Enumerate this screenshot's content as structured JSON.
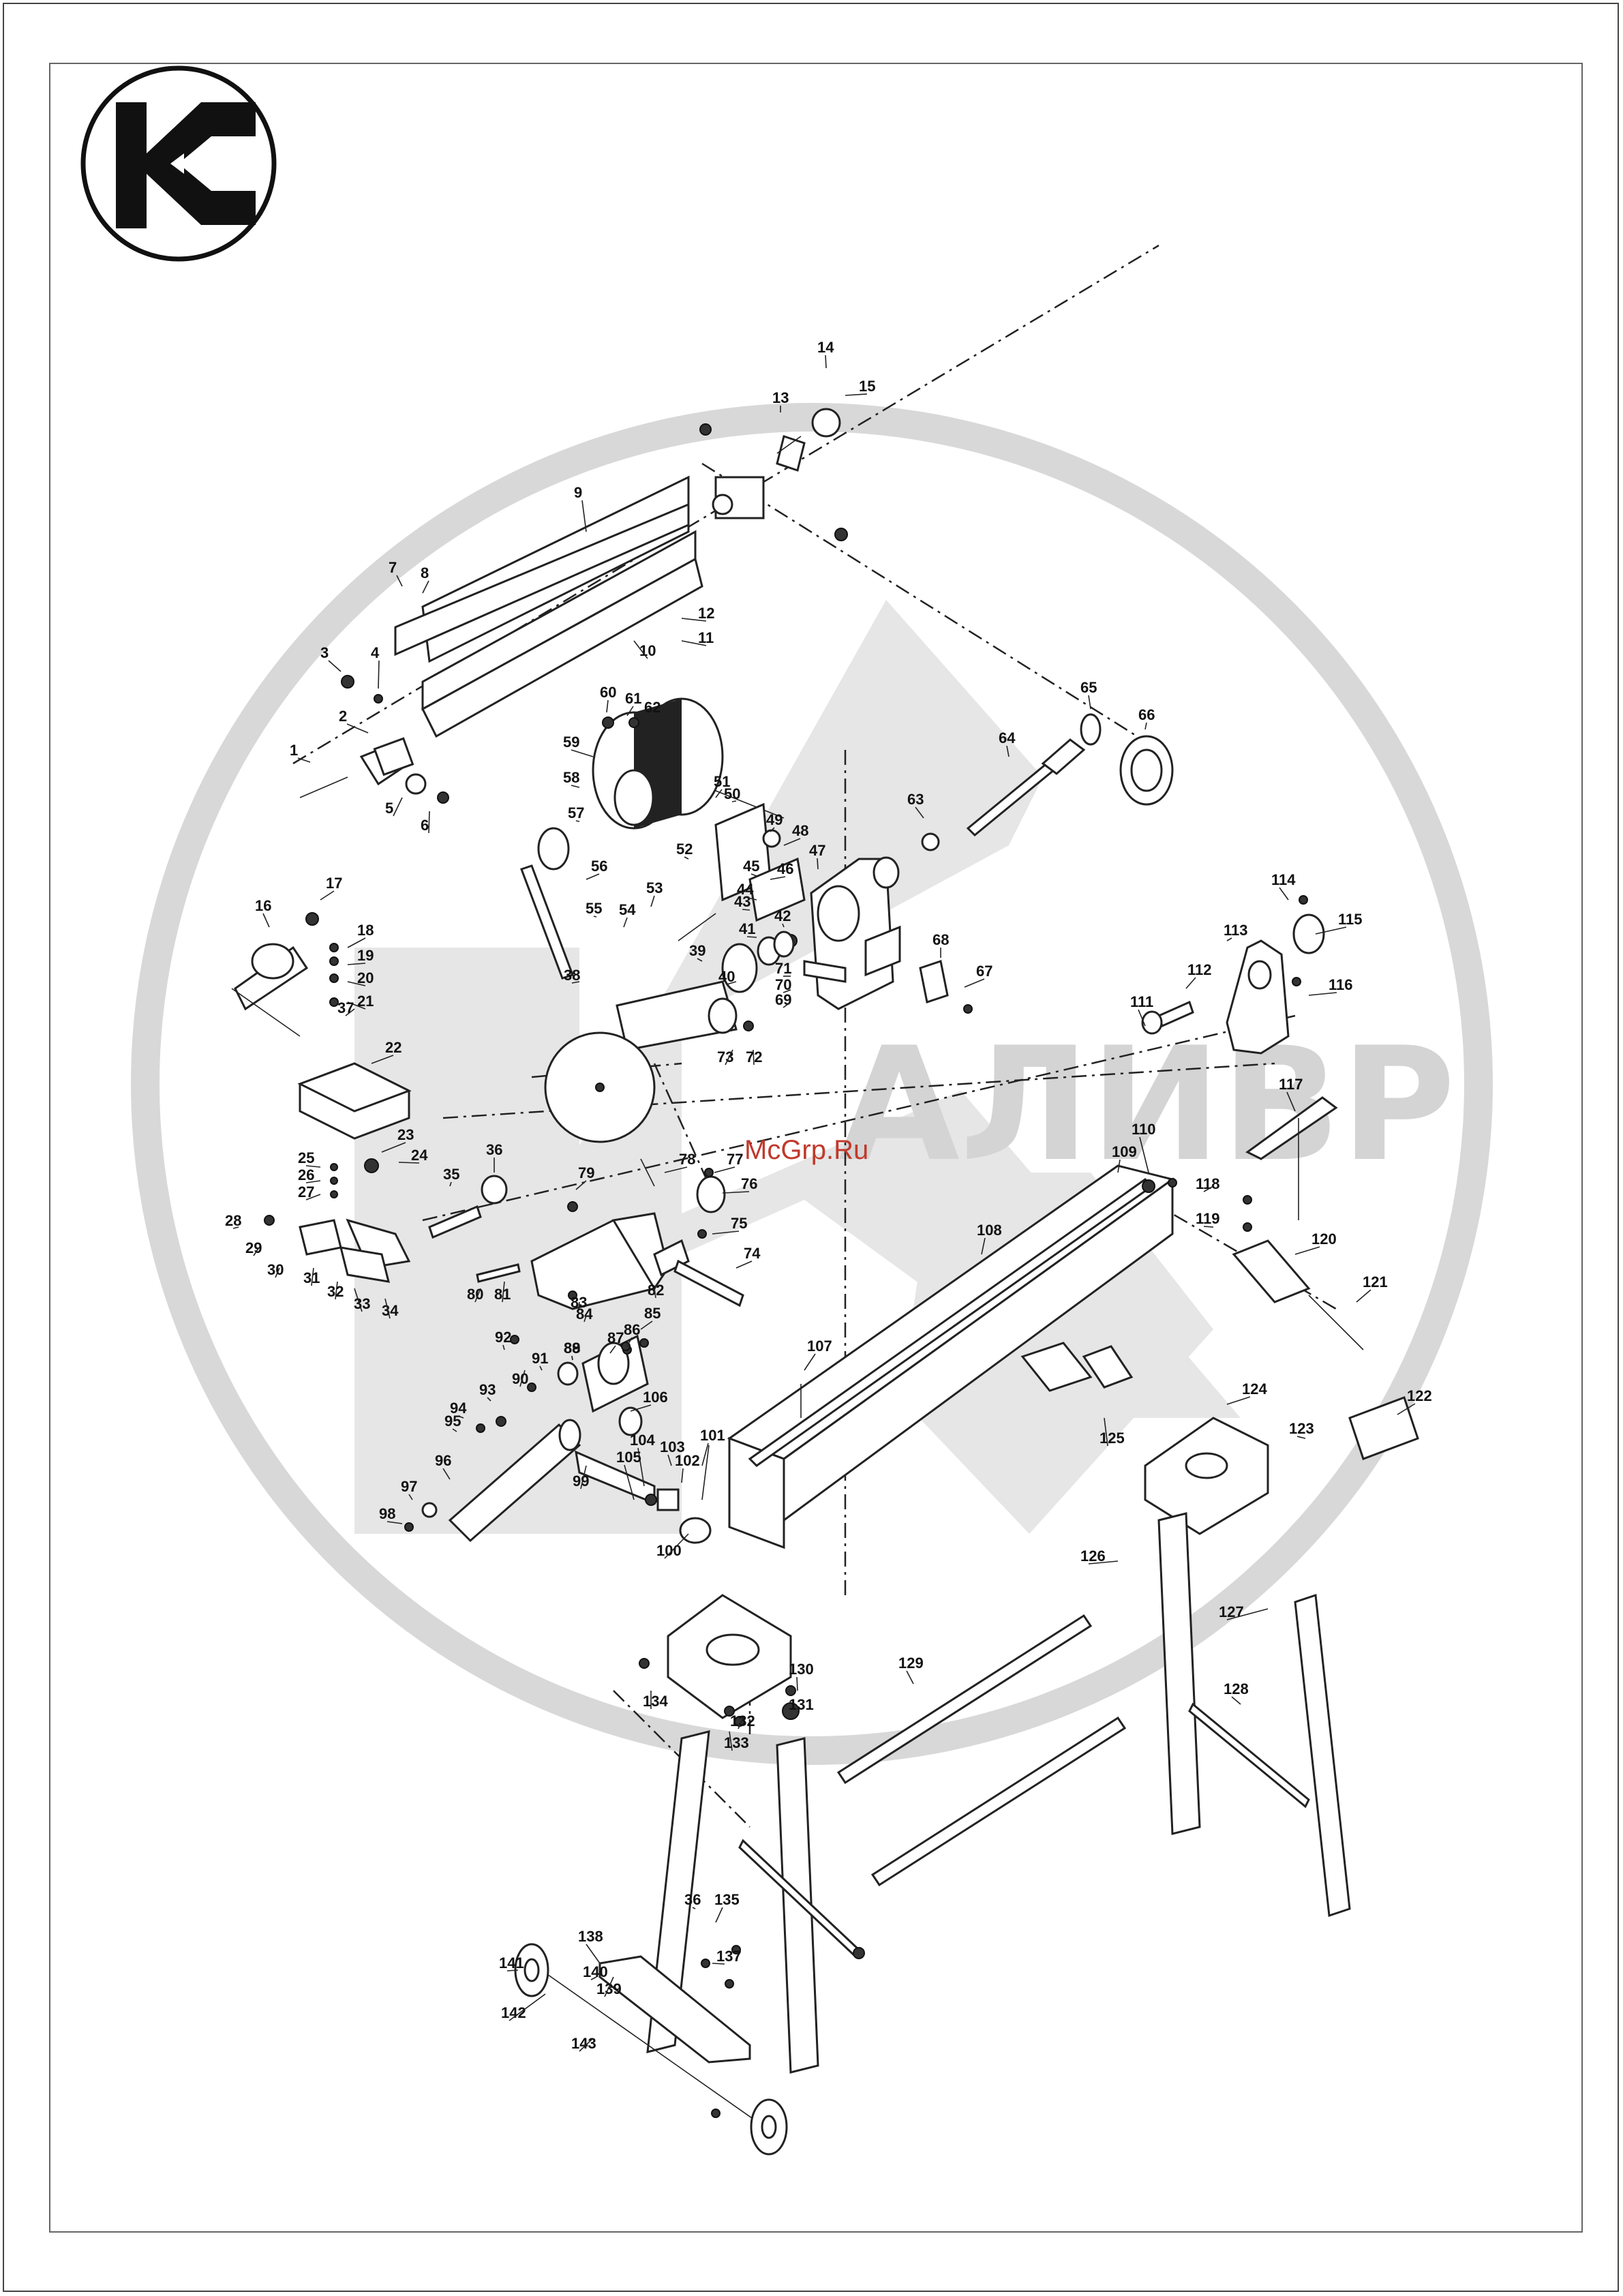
{
  "logo": {
    "glyph": "K",
    "name": "kalibr-logo"
  },
  "watermark": {
    "text": "АЛИВР",
    "color": "#d4d4d4"
  },
  "site_label": "McGrp.Ru",
  "colors": {
    "line": "#222222",
    "watermark": "#d4d4d4",
    "site": "#c0392b"
  },
  "part_labels": [
    "1",
    "2",
    "3",
    "4",
    "5",
    "6",
    "7",
    "8",
    "9",
    "10",
    "11",
    "12",
    "13",
    "14",
    "15",
    "16",
    "17",
    "18",
    "19",
    "20",
    "21",
    "22",
    "23",
    "24",
    "25",
    "26",
    "27",
    "28",
    "29",
    "30",
    "31",
    "32",
    "33",
    "34",
    "35",
    "36",
    "37",
    "38",
    "39",
    "40",
    "41",
    "42",
    "43",
    "44",
    "45",
    "46",
    "47",
    "48",
    "49",
    "50",
    "51",
    "52",
    "53",
    "54",
    "55",
    "56",
    "57",
    "58",
    "59",
    "60",
    "61",
    "62",
    "63",
    "64",
    "65",
    "66",
    "67",
    "68",
    "69",
    "70",
    "71",
    "72",
    "73",
    "74",
    "75",
    "76",
    "77",
    "78",
    "79",
    "80",
    "81",
    "82",
    "83",
    "84",
    "85",
    "86",
    "87",
    "88",
    "89",
    "90",
    "91",
    "92",
    "93",
    "94",
    "95",
    "96",
    "97",
    "98",
    "99",
    "100",
    "101",
    "102",
    "103",
    "104",
    "105",
    "106",
    "107",
    "108",
    "109",
    "110",
    "111",
    "112",
    "113",
    "114",
    "115",
    "116",
    "117",
    "118",
    "119",
    "120",
    "121",
    "122",
    "123",
    "124",
    "125",
    "126",
    "127",
    "128",
    "129",
    "130",
    "131",
    "132",
    "133",
    "134",
    "36",
    "135",
    "137",
    "138",
    "139",
    "140",
    "141",
    "142",
    "143"
  ]
}
